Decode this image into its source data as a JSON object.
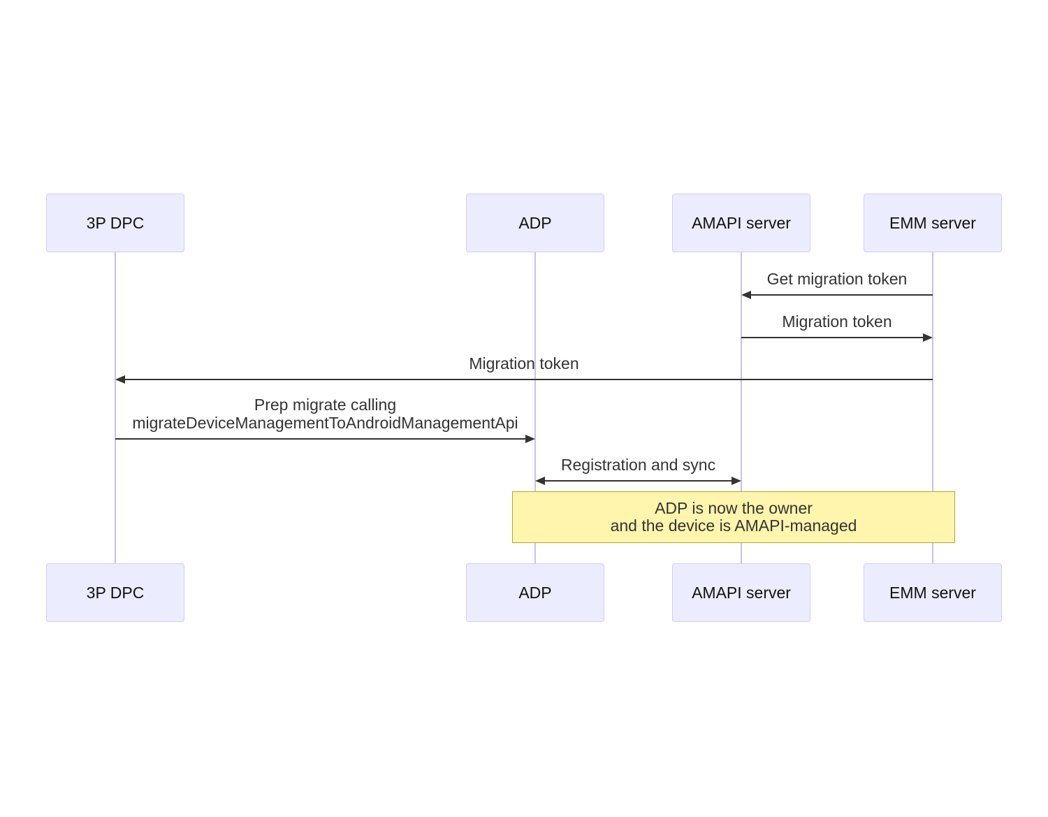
{
  "diagram_type": "sequence",
  "participants": [
    {
      "label": "3P DPC"
    },
    {
      "label": "ADP"
    },
    {
      "label": "AMAPI server"
    },
    {
      "label": "EMM server"
    }
  ],
  "messages": [
    {
      "from": "EMM server",
      "to": "AMAPI server",
      "direction": "left",
      "label": "Get migration token"
    },
    {
      "from": "AMAPI server",
      "to": "EMM server",
      "direction": "right",
      "label": "Migration token"
    },
    {
      "from": "EMM server",
      "to": "3P DPC",
      "direction": "left",
      "label": "Migration token"
    },
    {
      "from": "3P DPC",
      "to": "ADP",
      "direction": "right",
      "label_line1": "Prep migrate calling",
      "label_line2": "migrateDeviceManagementToAndroidManagementApi"
    },
    {
      "from": "ADP",
      "to": "AMAPI server",
      "direction": "both",
      "label": "Registration and sync"
    }
  ],
  "note": {
    "over": "ADP, AMAPI server, EMM server",
    "line1": "ADP is now the owner",
    "line2": "and the device is AMAPI-managed"
  },
  "colors": {
    "actor_fill": "#ECECFF",
    "actor_border": "#D6CCF0",
    "lifeline": "#C9C0E8",
    "arrow": "#333333",
    "message_text": "#333333",
    "note_fill": "#FFF5AD",
    "note_border": "#AAAA33",
    "background": "#FFFFFF"
  }
}
